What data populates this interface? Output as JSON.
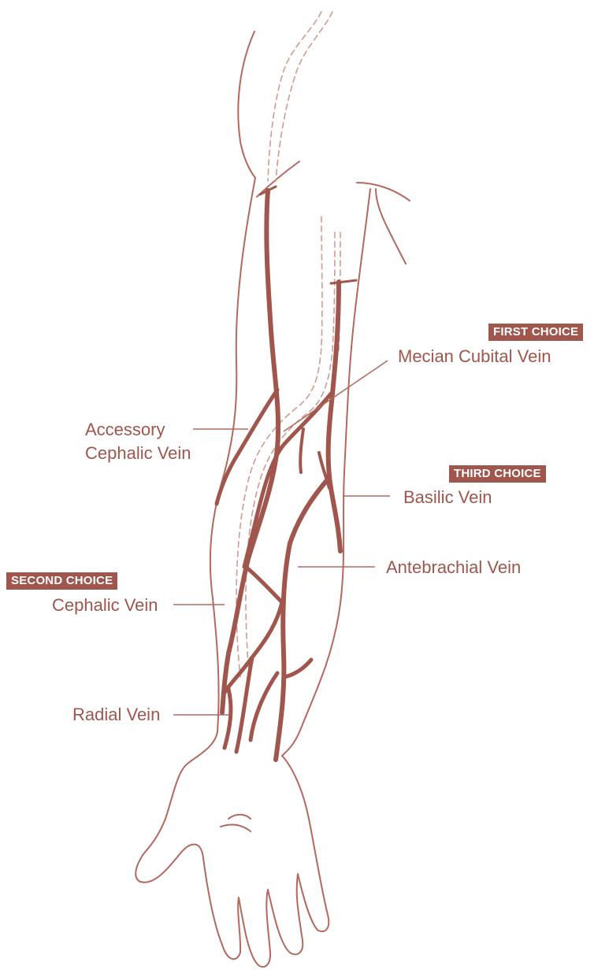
{
  "colors": {
    "vein": "#a0564c",
    "outline": "#b4685e",
    "text": "#a0564c",
    "badge_bg": "#a0564c",
    "badge_text": "#ffffff"
  },
  "badges": {
    "first": "FIRST CHOICE",
    "second": "SECOND CHOICE",
    "third": "THIRD CHOICE"
  },
  "labels": {
    "median_cubital": "Mecian Cubital Vein",
    "accessory_cephalic_line1": "Accessory",
    "accessory_cephalic_line2": "Cephalic Vein",
    "basilic": "Basilic Vein",
    "antebrachial": "Antebrachial Vein",
    "cephalic": "Cephalic Vein",
    "radial": "Radial Vein"
  }
}
